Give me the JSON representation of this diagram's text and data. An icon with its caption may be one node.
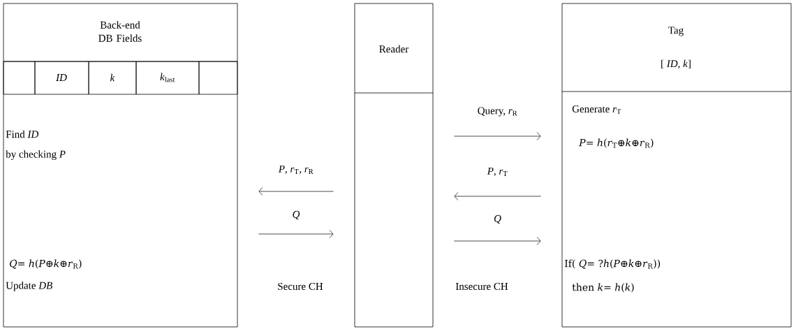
{
  "diagram": {
    "nodes": [
      {
        "text": [
          "Back-end DB Fields",
          "*ID*",
          "*k*",
          "*k*$_{last}$",
          "Find *ID*",
          "by checking *P*",
          "*Q*= *h*(*P*⊕*k*⊕*r*$_{R}$)",
          "Update *DB*"
        ]
      },
      {
        "text": [
          "Reader"
        ]
      },
      {
        "text": [
          "Tag",
          "[ *ID*, *k*]",
          "Generate *r*$_{T}$",
          "*P*= *h*(*r*$_{T}$⊕*k*⊕*r*$_{R}$)",
          "If( *Q*= ?*h*(*P*⊕*k*⊕*r*$_{R}$))",
          "then *k*= *h*(*k*)"
        ]
      }
    ],
    "edges": [
      {
        "from": 1,
        "to": 0,
        "arrow": "to",
        "label": "*P*, *r*$_{T}$, *r*$_{R}$"
      },
      {
        "from": 0,
        "to": 1,
        "arrow": "to",
        "label": "*Q*"
      },
      {
        "from": 1,
        "to": 2,
        "arrow": "to",
        "label": "Query, *r*$_{R}$"
      },
      {
        "from": 2,
        "to": 1,
        "arrow": "to",
        "label": "*P*, *r*$_{T}$"
      },
      {
        "from": 1,
        "to": 2,
        "arrow": "to",
        "label": "*Q*"
      }
    ],
    "labels": [
      "Secure CH",
      "Insecure CH"
    ]
  }
}
